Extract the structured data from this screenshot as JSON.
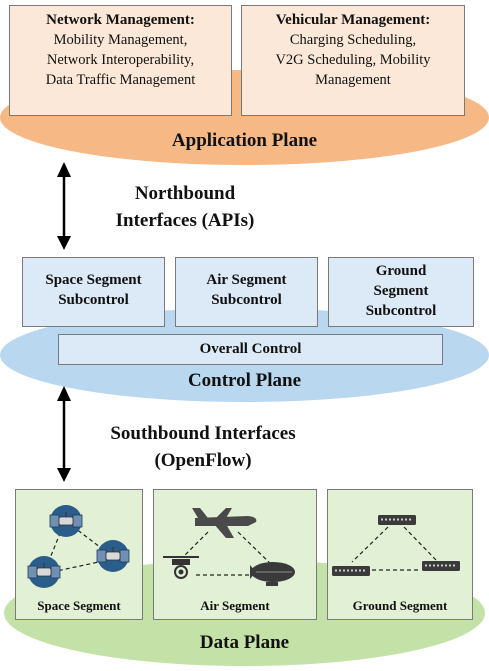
{
  "application_plane": {
    "label": "Application Plane",
    "network_box": {
      "title": "Network  Management:",
      "lines": [
        "Mobility Management,",
        "Network Interoperability,",
        "Data Traffic Management"
      ]
    },
    "vehicular_box": {
      "title": "Vehicular Management:",
      "lines": [
        "Charging Scheduling,",
        "V2G Scheduling, Mobility",
        "Management"
      ]
    }
  },
  "northbound": {
    "lines": [
      "Northbound",
      "Interfaces (APIs)"
    ]
  },
  "control_plane": {
    "label": "Control Plane",
    "overall_control": "Overall Control",
    "subcontrols": [
      {
        "lines": [
          "Space Segment",
          "Subcontrol"
        ]
      },
      {
        "lines": [
          "Air Segment",
          "Subcontrol"
        ]
      },
      {
        "lines": [
          "Ground",
          "Segment",
          "Subcontrol"
        ]
      }
    ]
  },
  "southbound": {
    "lines": [
      "Southbound Interfaces",
      "(OpenFlow)"
    ]
  },
  "data_plane": {
    "label": "Data Plane",
    "segments": [
      "Space Segment",
      "Air Segment",
      "Ground Segment"
    ]
  },
  "colors": {
    "application_plane": "#f6b884",
    "application_box": "#fbe8d8",
    "control_plane": "#b9d7ee",
    "control_box": "#dce9f6",
    "data_plane": "#c4e2a7",
    "data_box": "#e2f0d5",
    "satellite": "#2a5d8a",
    "aircraft": "#4a4a4a"
  },
  "icons": {
    "satellite": "satellite-icon",
    "airplane": "airplane-icon",
    "drone": "drone-icon",
    "airship": "airship-icon",
    "ground_device": "router-icon"
  }
}
